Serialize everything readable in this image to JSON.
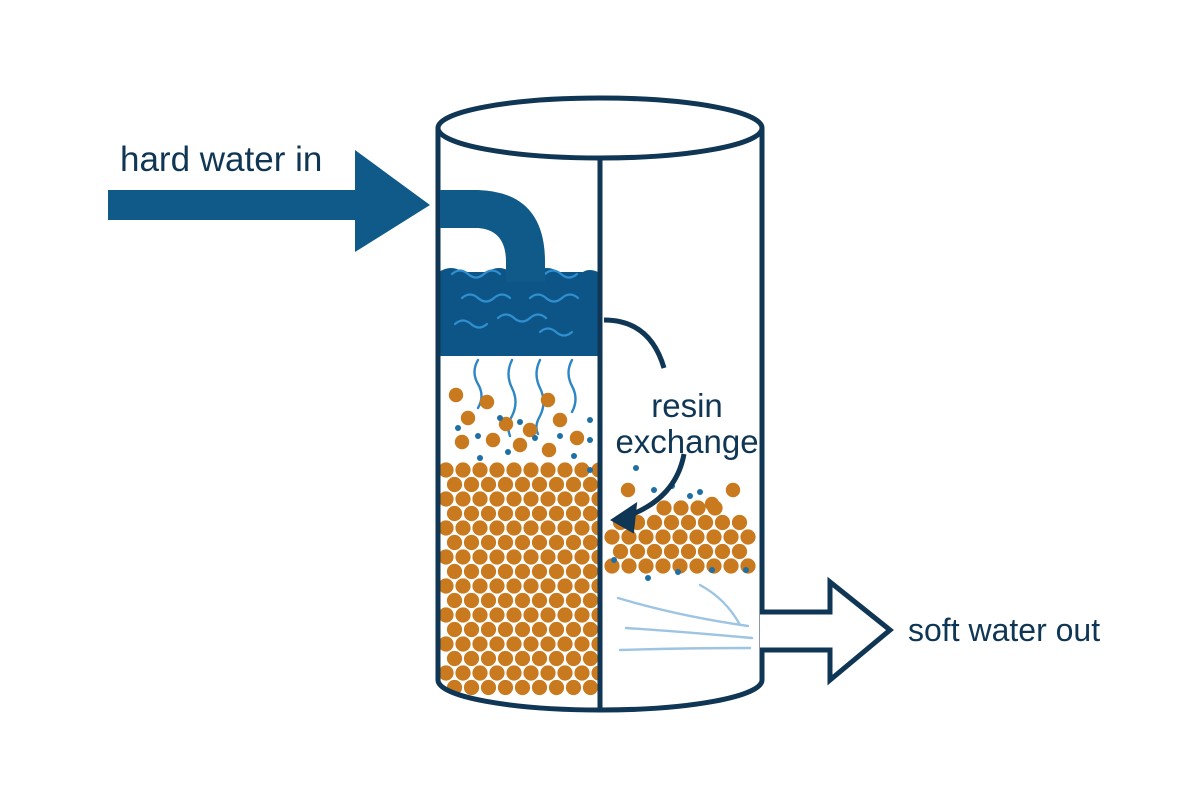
{
  "labels": {
    "inlet": "hard water in",
    "outlet": "soft water out",
    "exchange_line1": "resin",
    "exchange_line2": "exchange"
  },
  "colors": {
    "tank_outline": "#0f3654",
    "water": "#0d5586",
    "arrow": "#0f5a88",
    "resin": "#c97a1f",
    "ion": "#1d6fa5",
    "flow_line": "#9dc5e3",
    "text": "#0f3654"
  },
  "icons": {
    "inlet_arrow": "arrow-right-filled",
    "outlet_arrow": "arrow-right-outline",
    "exchange_arrow": "curved-arrow"
  }
}
